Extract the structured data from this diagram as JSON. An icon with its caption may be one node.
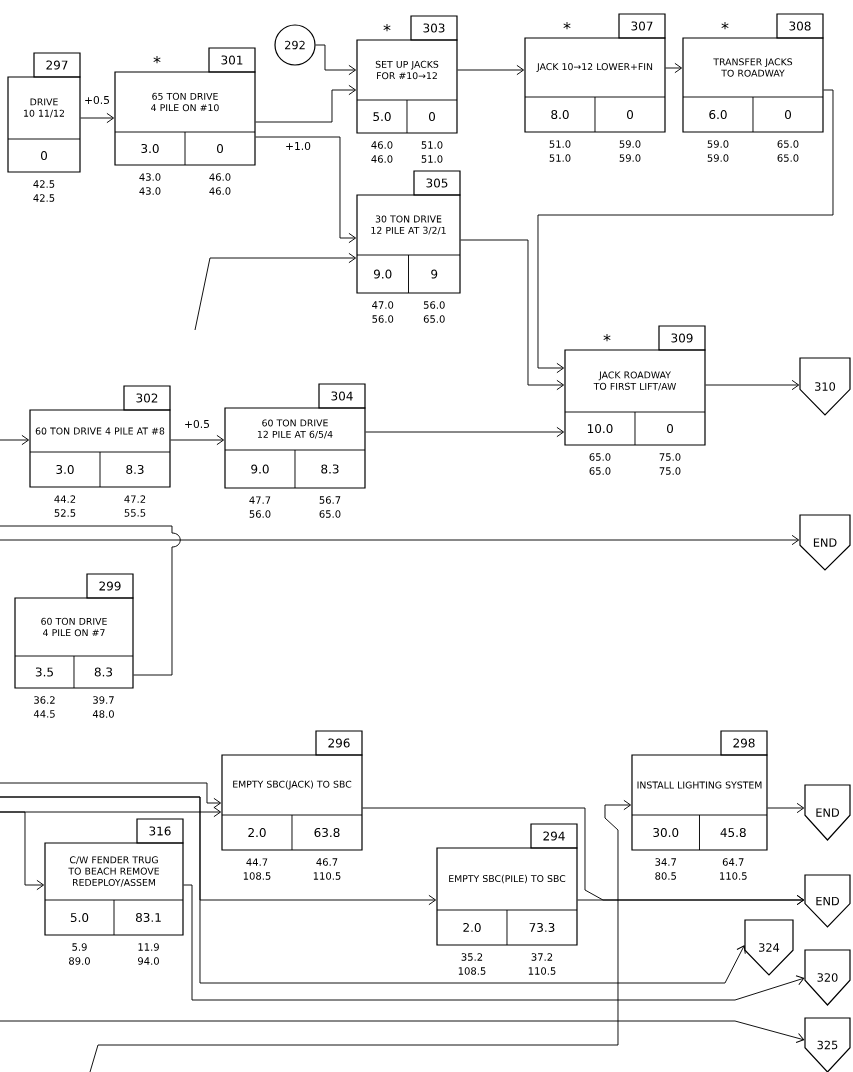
{
  "diagram": {
    "nodes": [
      {
        "text": [
          "292"
        ]
      },
      {
        "text": [
          "DRIVE 10 11/12",
          "0"
        ],
        "beside": [
          "297",
          "42.5",
          "42.5"
        ]
      },
      {
        "text": [
          "65 TON DRIVE 4 PILE ON #10",
          "3.0",
          "0"
        ],
        "beside": [
          "301",
          "*",
          "43.0",
          "46.0",
          "43.0",
          "46.0"
        ]
      },
      {
        "text": [
          "SET UP JACKS FOR #10→12",
          "5.0",
          "0"
        ],
        "beside": [
          "303",
          "*",
          "46.0",
          "51.0",
          "46.0",
          "51.0"
        ]
      },
      {
        "text": [
          "JACK 10→12 LOWER+FIN",
          "8.0",
          "0"
        ],
        "beside": [
          "307",
          "*",
          "51.0",
          "59.0",
          "51.0",
          "59.0"
        ]
      },
      {
        "text": [
          "TRANSFER JACKS TO ROADWAY",
          "6.0",
          "0"
        ],
        "beside": [
          "308",
          "*",
          "59.0",
          "65.0",
          "59.0",
          "65.0"
        ]
      },
      {
        "text": [
          "30 TON DRIVE 12 PILE AT 3/2/1",
          "9.0",
          "9"
        ],
        "beside": [
          "305",
          "47.0",
          "56.0",
          "56.0",
          "65.0"
        ]
      },
      {
        "text": [
          "JACK ROADWAY TO FIRST LIFT/AW",
          "10.0",
          "0"
        ],
        "beside": [
          "309",
          "*",
          "65.0",
          "75.0",
          "65.0",
          "75.0"
        ]
      },
      {
        "text": [
          "310"
        ]
      },
      {
        "text": [
          "60 TON DRIVE 4 PILE AT #8",
          "3.0",
          "8.3"
        ],
        "beside": [
          "302",
          "44.2",
          "47.2",
          "52.5",
          "55.5"
        ]
      },
      {
        "text": [
          "60 TON DRIVE 12 PILE AT 6/5/4",
          "9.0",
          "8.3"
        ],
        "beside": [
          "304",
          "47.7",
          "56.7",
          "56.0",
          "65.0"
        ]
      },
      {
        "text": [
          "END"
        ]
      },
      {
        "text": [
          "60 TON DRIVE 4 PILE ON #7",
          "3.5",
          "8.3"
        ],
        "beside": [
          "299",
          "36.2",
          "39.7",
          "44.5",
          "48.0"
        ]
      },
      {
        "text": [
          "EMPTY SBC(JACK) TO SBC",
          "2.0",
          "63.8"
        ],
        "beside": [
          "296",
          "44.7",
          "46.7",
          "108.5",
          "110.5"
        ]
      },
      {
        "text": [
          "INSTALL LIGHTING SYSTEM",
          "30.0",
          "45.8"
        ],
        "beside": [
          "298",
          "34.7",
          "64.7",
          "80.5",
          "110.5"
        ]
      },
      {
        "text": [
          "END"
        ]
      },
      {
        "text": [
          "C/W FENDER TRUG TO BEACH REMOVE REDEPLOY/ASSEM",
          "5.0",
          "83.1"
        ],
        "beside": [
          "316",
          "5.9",
          "11.9",
          "89.0",
          "94.0"
        ]
      },
      {
        "text": [
          "EMPTY SBC(PILE) TO SBC",
          "2.0",
          "73.3"
        ],
        "beside": [
          "294",
          "35.2",
          "37.2",
          "108.5",
          "110.5"
        ]
      },
      {
        "text": [
          "END"
        ]
      },
      {
        "text": [
          "324"
        ]
      },
      {
        "text": [
          "320"
        ]
      },
      {
        "text": [
          "325"
        ]
      }
    ],
    "edges": [
      {
        "from": 0,
        "to": 3,
        "arrow": "to"
      },
      {
        "from": 1,
        "to": 2,
        "arrow": "to",
        "label": "+0.5"
      },
      {
        "from": 2,
        "to": 3,
        "arrow": "to"
      },
      {
        "from": 2,
        "to": 6,
        "arrow": "to",
        "label": "+1.0"
      },
      {
        "from": 3,
        "to": 4,
        "arrow": "to"
      },
      {
        "from": 4,
        "to": 5,
        "arrow": "to"
      },
      {
        "from": 5,
        "to": 7,
        "arrow": "to"
      },
      {
        "from": 6,
        "to": 7,
        "arrow": "to"
      },
      {
        "from": 10,
        "to": 7,
        "arrow": "to"
      },
      {
        "from": 7,
        "to": 8,
        "arrow": "to"
      },
      {
        "from": null,
        "to": 9,
        "arrow": "to"
      },
      {
        "from": 9,
        "to": 10,
        "arrow": "to",
        "label": "+0.5"
      },
      {
        "from": null,
        "to": 6,
        "arrow": "to"
      },
      {
        "from": null,
        "to": 11,
        "arrow": "to"
      },
      {
        "from": 12,
        "to": null,
        "arrow": "none"
      },
      {
        "from": null,
        "to": 13,
        "arrow": "to"
      },
      {
        "from": null,
        "to": 13,
        "arrow": "to"
      },
      {
        "from": null,
        "to": 16,
        "arrow": "to"
      },
      {
        "from": 13,
        "to": 18,
        "arrow": "to"
      },
      {
        "from": null,
        "to": 17,
        "arrow": "to"
      },
      {
        "from": null,
        "to": 19,
        "arrow": "to"
      },
      {
        "from": 17,
        "to": 18,
        "arrow": "to"
      },
      {
        "from": null,
        "to": 14,
        "arrow": "to"
      },
      {
        "from": 14,
        "to": 15,
        "arrow": "to"
      },
      {
        "from": 16,
        "to": 20,
        "arrow": "to"
      },
      {
        "from": null,
        "to": 21,
        "arrow": "to"
      }
    ]
  }
}
